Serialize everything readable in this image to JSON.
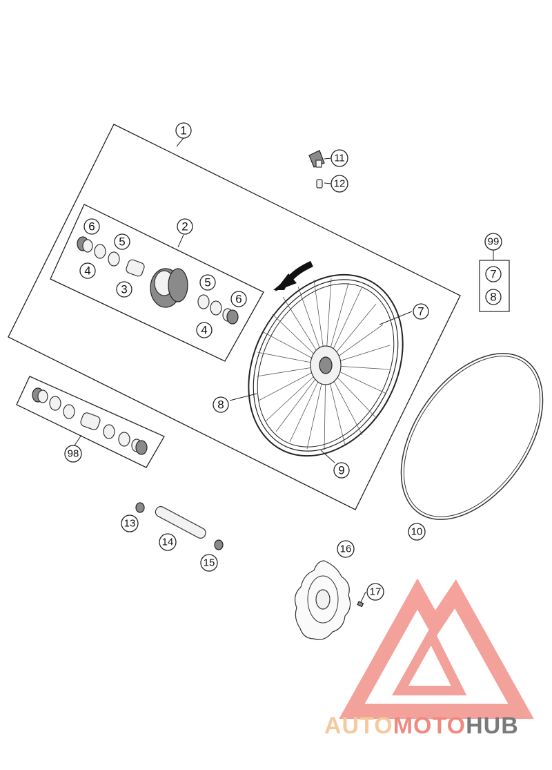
{
  "callouts": {
    "c1": "1",
    "c2": "2",
    "c3": "3",
    "c4a": "4",
    "c4b": "4",
    "c5a": "5",
    "c5b": "5",
    "c6a": "6",
    "c6b": "6",
    "c7": "7",
    "c8": "8",
    "c9": "9",
    "c10": "10",
    "c11": "11",
    "c12": "12",
    "c13": "13",
    "c14": "14",
    "c15": "15",
    "c16": "16",
    "c17": "17",
    "c98": "98",
    "c99": "99",
    "c99_7": "7",
    "c99_8": "8"
  },
  "watermark": {
    "part1": "AUTO",
    "part2": "MOTO",
    "part3": "HUB",
    "color1": "#f5c99e",
    "color2": "#f08a80",
    "color3": "#7a7a7a",
    "logo_color": "#f2928a"
  }
}
